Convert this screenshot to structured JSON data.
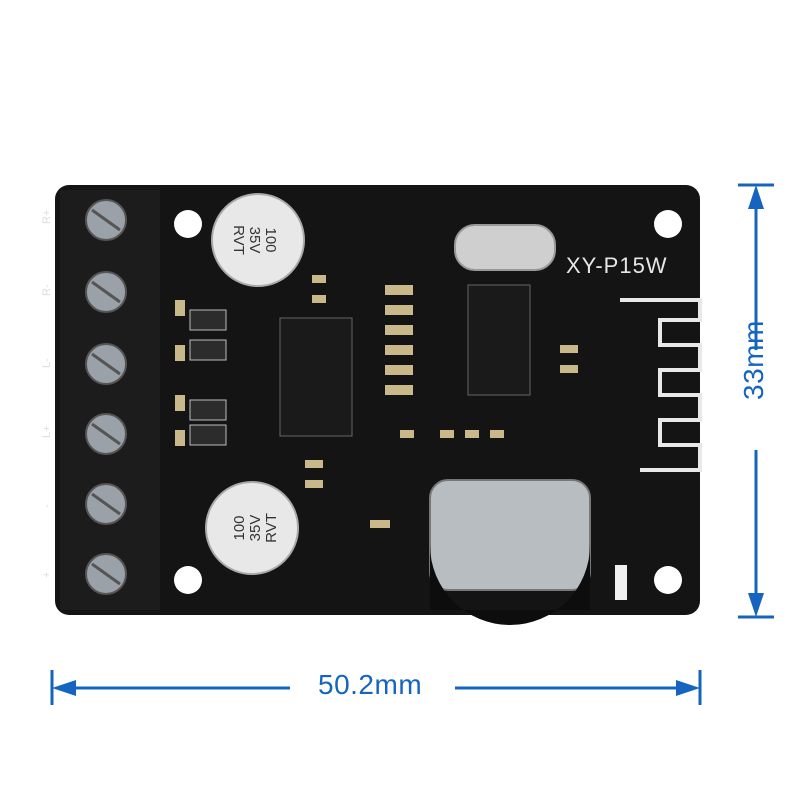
{
  "product": {
    "board_label": "XY-P15W",
    "capacitor_top": [
      "100",
      "35V",
      "RVT"
    ],
    "capacitor_bottom": [
      "100",
      "35V",
      "RVT"
    ],
    "terminal_labels": [
      "R+",
      "R-",
      "L-",
      "L+",
      "-",
      "+"
    ]
  },
  "dimensions": {
    "width": "50.2mm",
    "height": "33mm"
  },
  "colors": {
    "pcb": "#121212",
    "dimension": "#1565c0",
    "terminal": "#1a1a1a",
    "screw": "#a0a6ad"
  }
}
